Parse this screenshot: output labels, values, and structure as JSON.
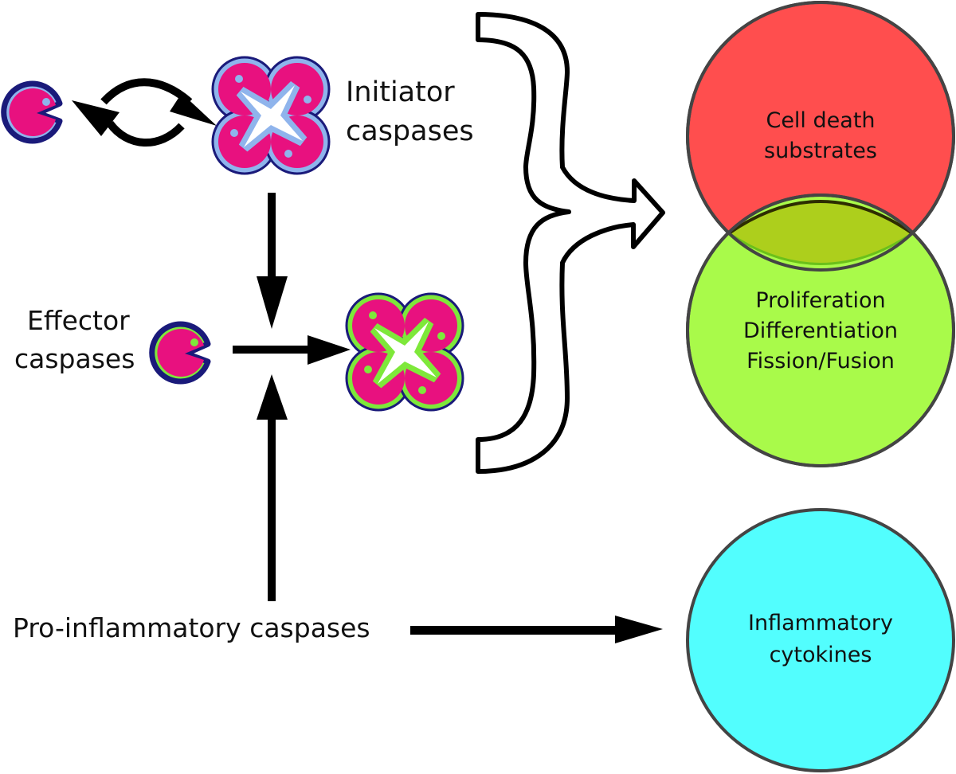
{
  "labels": {
    "initiator_line1": "Initiator",
    "initiator_line2": "caspases",
    "effector_line1": "Effector",
    "effector_line2": "caspases",
    "proinflammatory": "Pro-inflammatory caspases"
  },
  "outcomes": {
    "cell_death": {
      "line1": "Cell death",
      "line2": "substrates"
    },
    "proliferation": {
      "line1": "Proliferation",
      "line2": "Differentiation",
      "line3": "Fission/Fusion"
    },
    "inflammatory": {
      "line1": "Inflammatory",
      "line2": "cytokines"
    }
  },
  "colors": {
    "caspase_body": "#e8117f",
    "initiator_outline": "#8fb4ec",
    "effector_outline": "#7ee83a",
    "cell_death_circle": "#ff4e4e",
    "proliferation_circle": "#a9fa4a",
    "overlap": "#adcf1c",
    "inflammatory_circle": "#52fefe",
    "circle_stroke": "#444444",
    "arrow": "#000000"
  }
}
